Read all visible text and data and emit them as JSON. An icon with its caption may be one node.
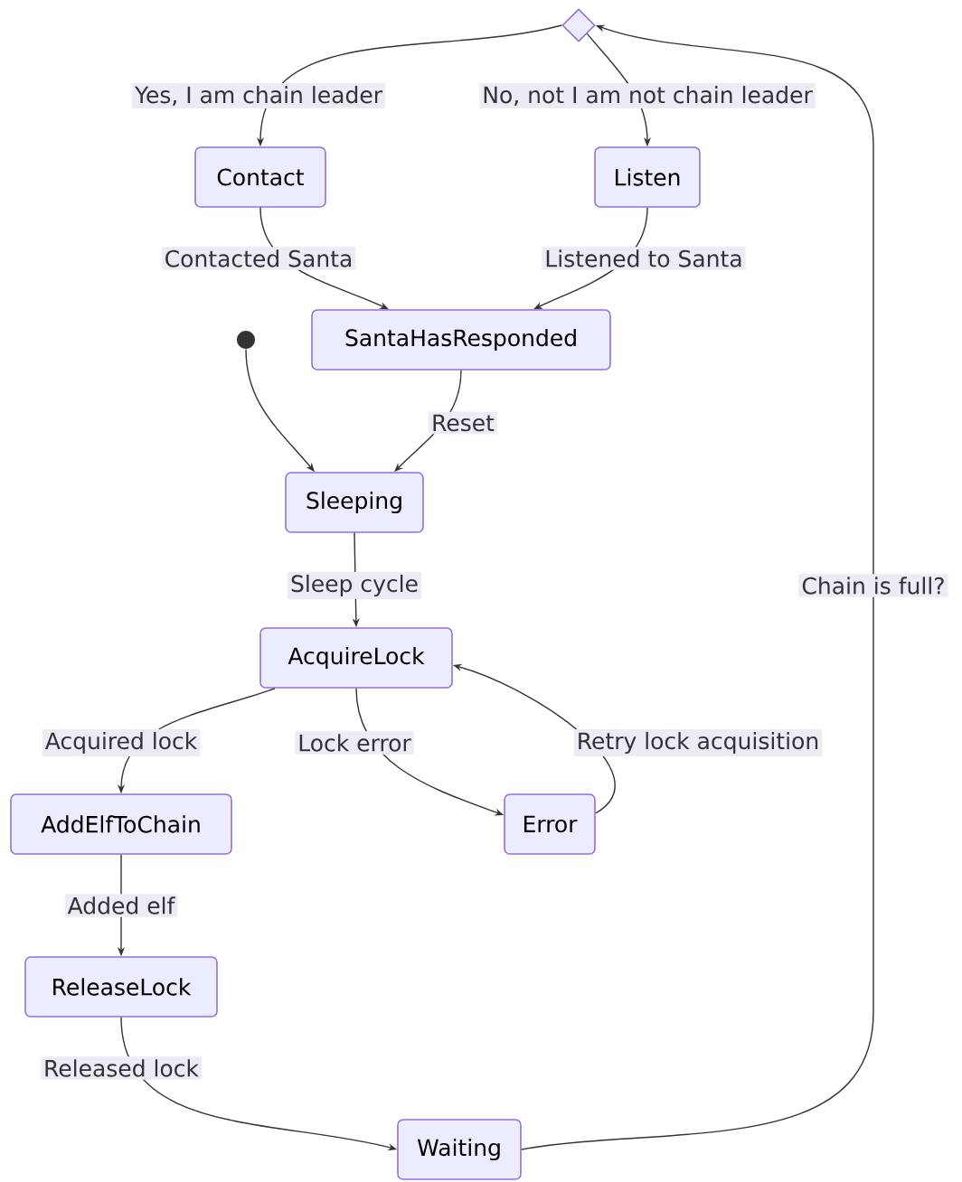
{
  "diagram": {
    "nodes": [
      {
        "text": [],
        "shape": "diamond"
      },
      {
        "text": [
          "Contact"
        ]
      },
      {
        "text": [
          "Listen"
        ]
      },
      {
        "text": [],
        "shape": "circle"
      },
      {
        "text": [
          "SantaHasResponded"
        ]
      },
      {
        "text": [
          "Sleeping"
        ]
      },
      {
        "text": [
          "AcquireLock"
        ]
      },
      {
        "text": [
          "AddElfToChain"
        ]
      },
      {
        "text": [
          "Error"
        ]
      },
      {
        "text": [
          "ReleaseLock"
        ]
      },
      {
        "text": [
          "Waiting"
        ]
      }
    ],
    "edges": [
      {
        "from": 0,
        "to": 1,
        "arrow": "to",
        "label": "Yes, I am chain leader"
      },
      {
        "from": 0,
        "to": 2,
        "arrow": "to",
        "label": "No, not I am not chain leader"
      },
      {
        "from": 1,
        "to": 4,
        "arrow": "to",
        "label": "Contacted Santa"
      },
      {
        "from": 2,
        "to": 4,
        "arrow": "to",
        "label": "Listened to Santa"
      },
      {
        "from": 3,
        "to": 5,
        "arrow": "to"
      },
      {
        "from": 4,
        "to": 5,
        "arrow": "to",
        "label": "Reset"
      },
      {
        "from": 5,
        "to": 6,
        "arrow": "to",
        "label": "Sleep cycle"
      },
      {
        "from": 6,
        "to": 7,
        "arrow": "to",
        "label": "Acquired lock"
      },
      {
        "from": 6,
        "to": 8,
        "arrow": "to",
        "label": "Lock error"
      },
      {
        "from": 8,
        "to": 6,
        "arrow": "to",
        "label": "Retry lock acquisition"
      },
      {
        "from": 7,
        "to": 9,
        "arrow": "to",
        "label": "Added elf"
      },
      {
        "from": 9,
        "to": 10,
        "arrow": "to",
        "label": "Released lock"
      },
      {
        "from": 10,
        "to": 0,
        "arrow": "to",
        "label": "Chain is full?"
      }
    ]
  }
}
